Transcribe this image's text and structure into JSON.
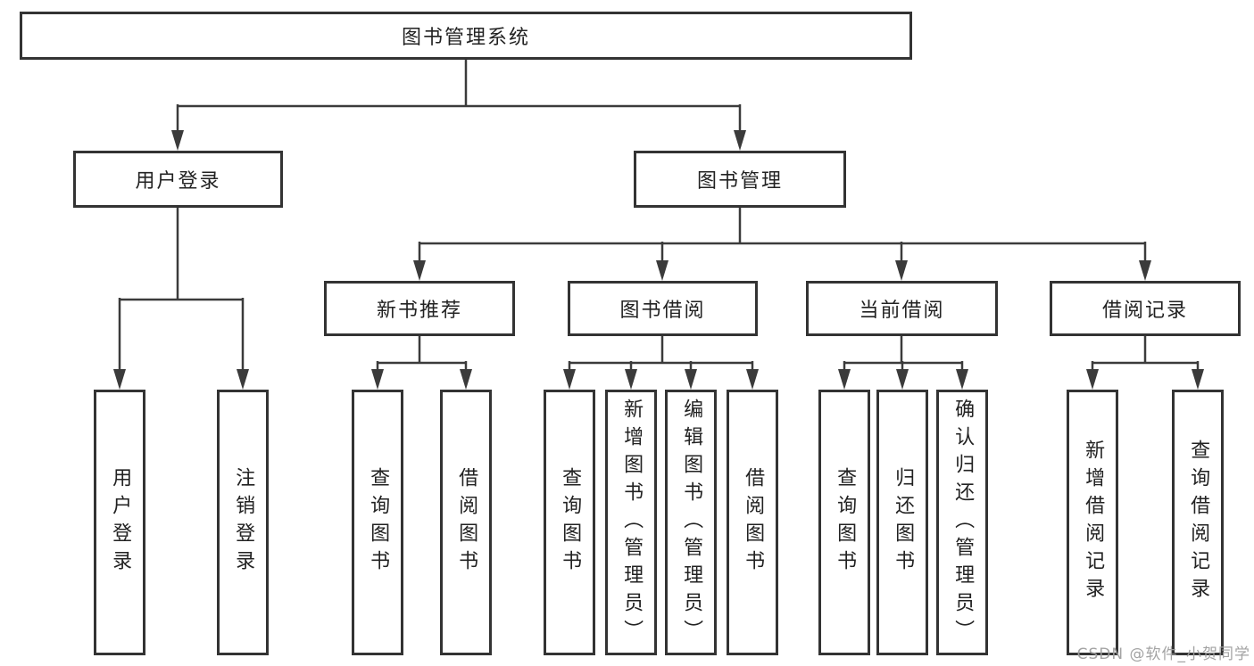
{
  "diagram": {
    "root": {
      "label": "图书管理系统"
    },
    "branches": [
      {
        "label": "用户登录",
        "children": [
          {
            "label": "用户登录"
          },
          {
            "label": "注销登录"
          }
        ]
      },
      {
        "label": "图书管理",
        "children": [
          {
            "label": "新书推荐",
            "children": [
              {
                "label": "查询图书"
              },
              {
                "label": "借阅图书"
              }
            ]
          },
          {
            "label": "图书借阅",
            "children": [
              {
                "label": "查询图书"
              },
              {
                "label": "新增图书（管理员）"
              },
              {
                "label": "编辑图书（管理员）"
              },
              {
                "label": "借阅图书"
              }
            ]
          },
          {
            "label": "当前借阅",
            "children": [
              {
                "label": "查询图书"
              },
              {
                "label": "归还图书"
              },
              {
                "label": "确认归还（管理员）"
              }
            ]
          },
          {
            "label": "借阅记录",
            "children": [
              {
                "label": "新增借阅记录"
              },
              {
                "label": "查询借阅记录"
              }
            ]
          }
        ]
      }
    ]
  },
  "watermark": {
    "text": "CSDN @软件_小贺同学"
  },
  "colors": {
    "line": "#3b3b3b",
    "box_border": "#333333",
    "text": "#222222",
    "watermark": "#9e9e9e",
    "background": "#ffffff"
  }
}
